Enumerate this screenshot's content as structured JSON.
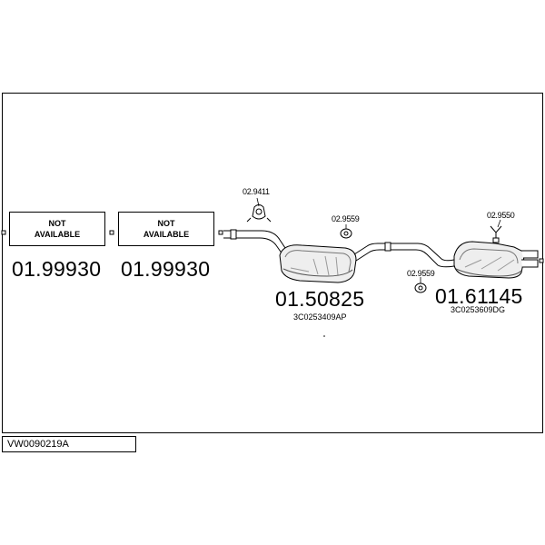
{
  "parts": {
    "part1": {
      "status": "NOT\nAVAILABLE",
      "number": "01.99930"
    },
    "part2": {
      "status": "NOT\nAVAILABLE",
      "number": "01.99930"
    },
    "front_muffler": {
      "number": "01.50825",
      "oem": "3C0253409AP"
    },
    "rear_muffler": {
      "number": "01.61145",
      "oem": "3C0253609DG"
    }
  },
  "clamps": {
    "c1": "02.9411",
    "c2": "02.9559",
    "c3": "02.9550",
    "c4": "02.9559"
  },
  "reference": "VW0090219A"
}
